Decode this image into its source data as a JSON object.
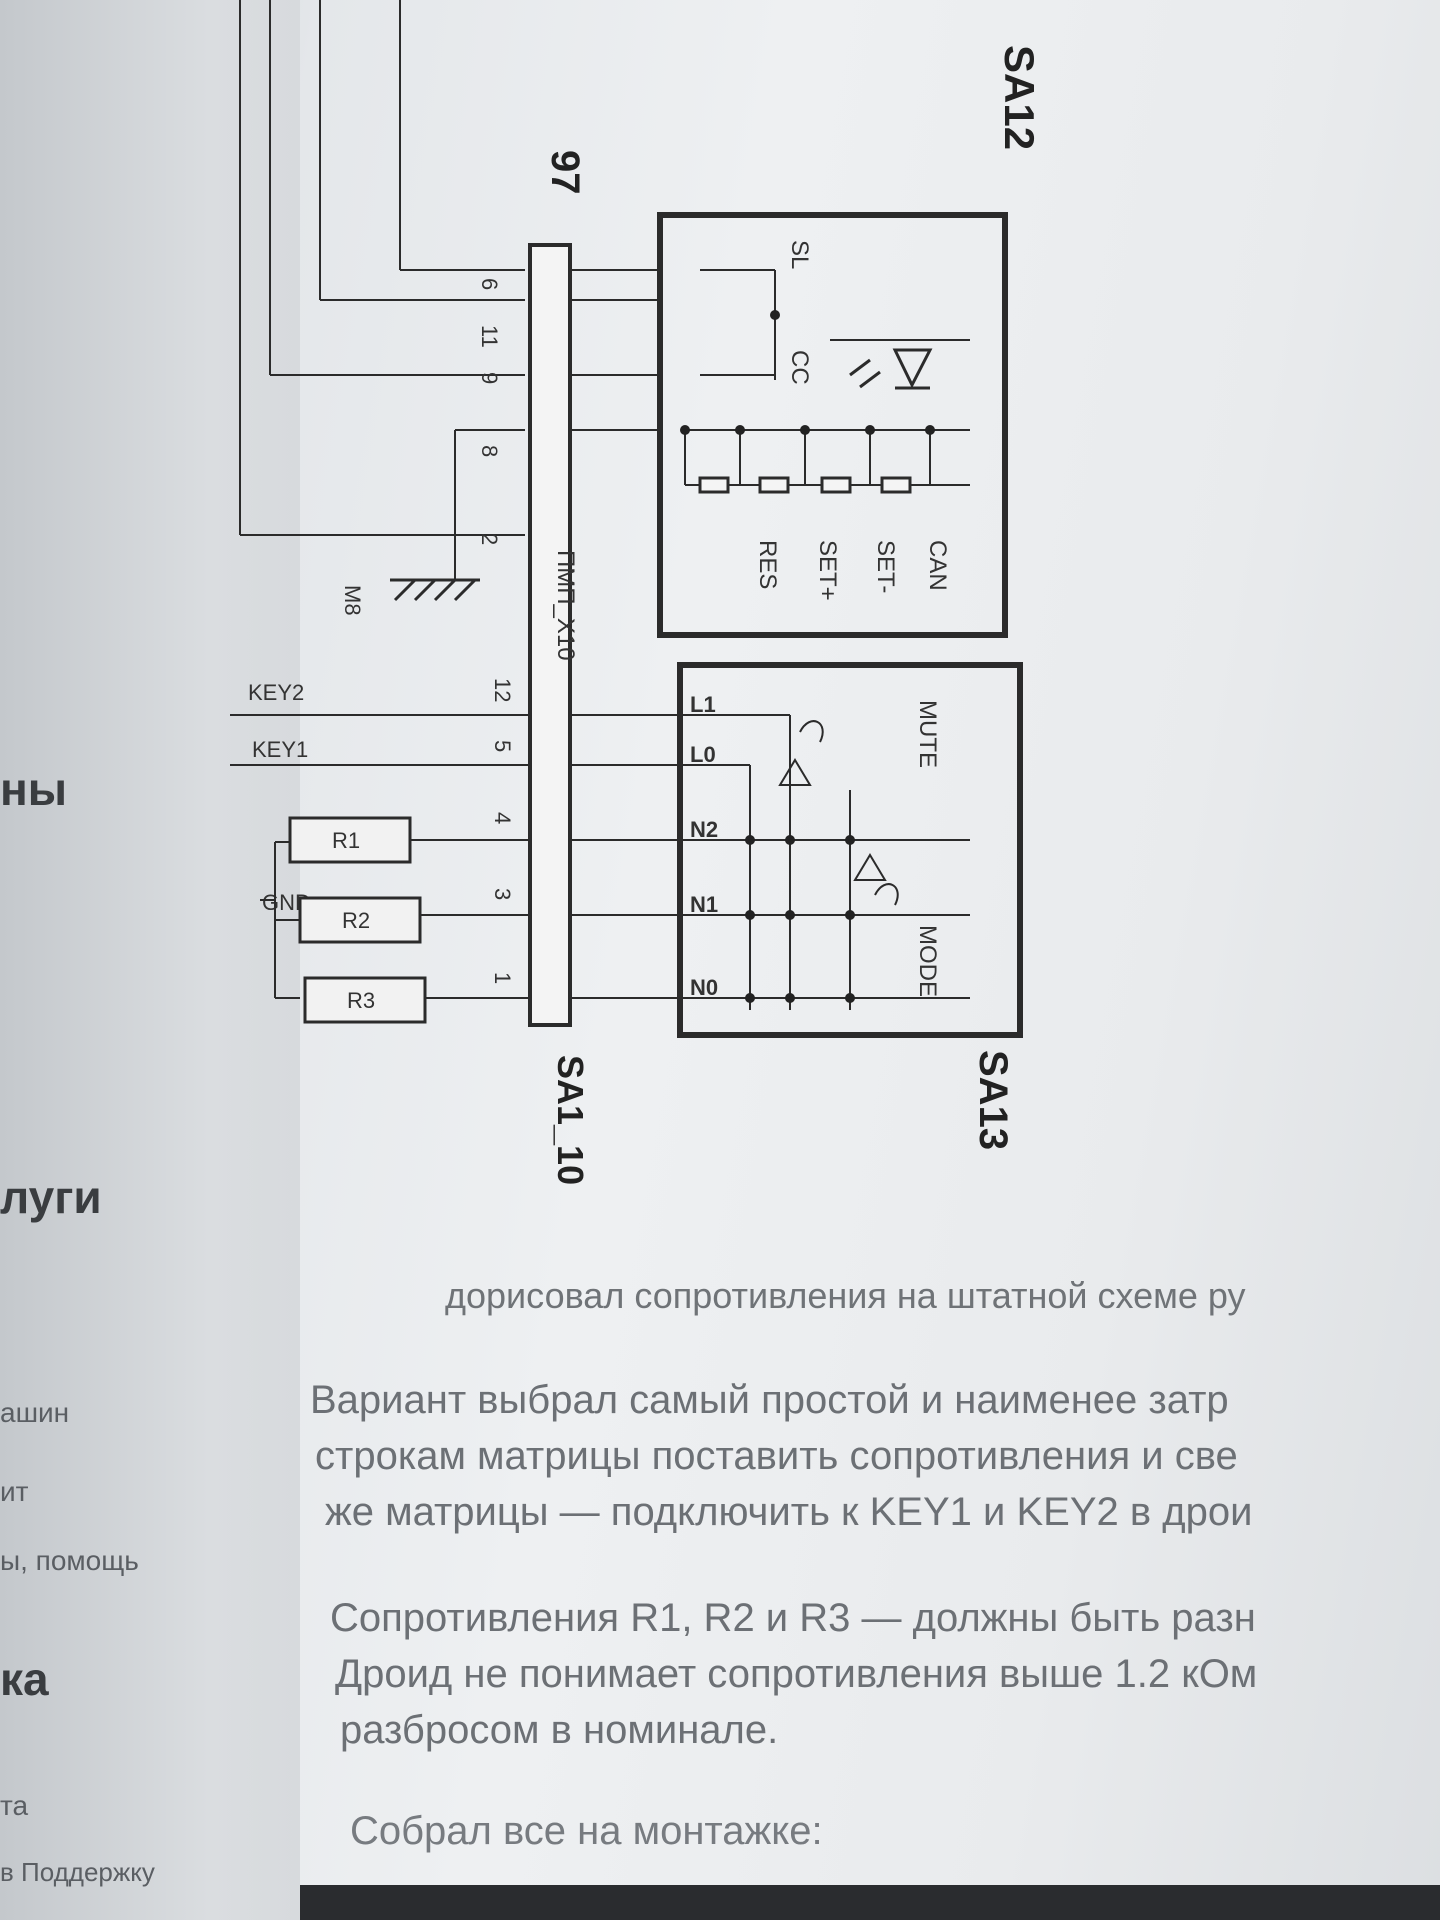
{
  "sidebar": {
    "headings": [
      "ны",
      "луги",
      "ка"
    ],
    "links": [
      "ашин",
      "ит",
      "ы, помощь",
      "та",
      "в Поддержку"
    ]
  },
  "schematic": {
    "connector_left_label": "97",
    "connector_name": "ПМП_X10",
    "connector_ref": "SA1_10",
    "block_top_label": "SA12",
    "block_bottom_label": "SA13",
    "pins_upper": [
      "6",
      "11",
      "9",
      "8",
      "2"
    ],
    "pins_lower": [
      "12",
      "5",
      "4",
      "3",
      "1"
    ],
    "ground_label": "M8",
    "key_labels": [
      "KEY2",
      "KEY1"
    ],
    "gnd_label": "GND",
    "resistors": [
      "R1",
      "R2",
      "R3"
    ],
    "sa12_labels": [
      "SL",
      "CC",
      "CAN",
      "SET-",
      "SET+",
      "RES"
    ],
    "sa13_rows": [
      "L1",
      "L0",
      "N2",
      "N1",
      "N0"
    ],
    "sa13_labels": [
      "MUTE",
      "MODE"
    ]
  },
  "article": {
    "caption": "дорисовал сопротивления на штатной схеме ру",
    "p1": [
      "Вариант выбрал самый простой и наименее затр",
      "строкам матрицы поставить сопротивления и све",
      "же матрицы — подключить к KEY1 и KEY2 в дрои"
    ],
    "p2": [
      "Сопротивления R1, R2 и R3 — должны быть разн",
      "Дроид не понимает сопротивления выше 1.2 кОм",
      "разбросом в номинале."
    ],
    "p3": "Собрал все на монтажке:"
  }
}
